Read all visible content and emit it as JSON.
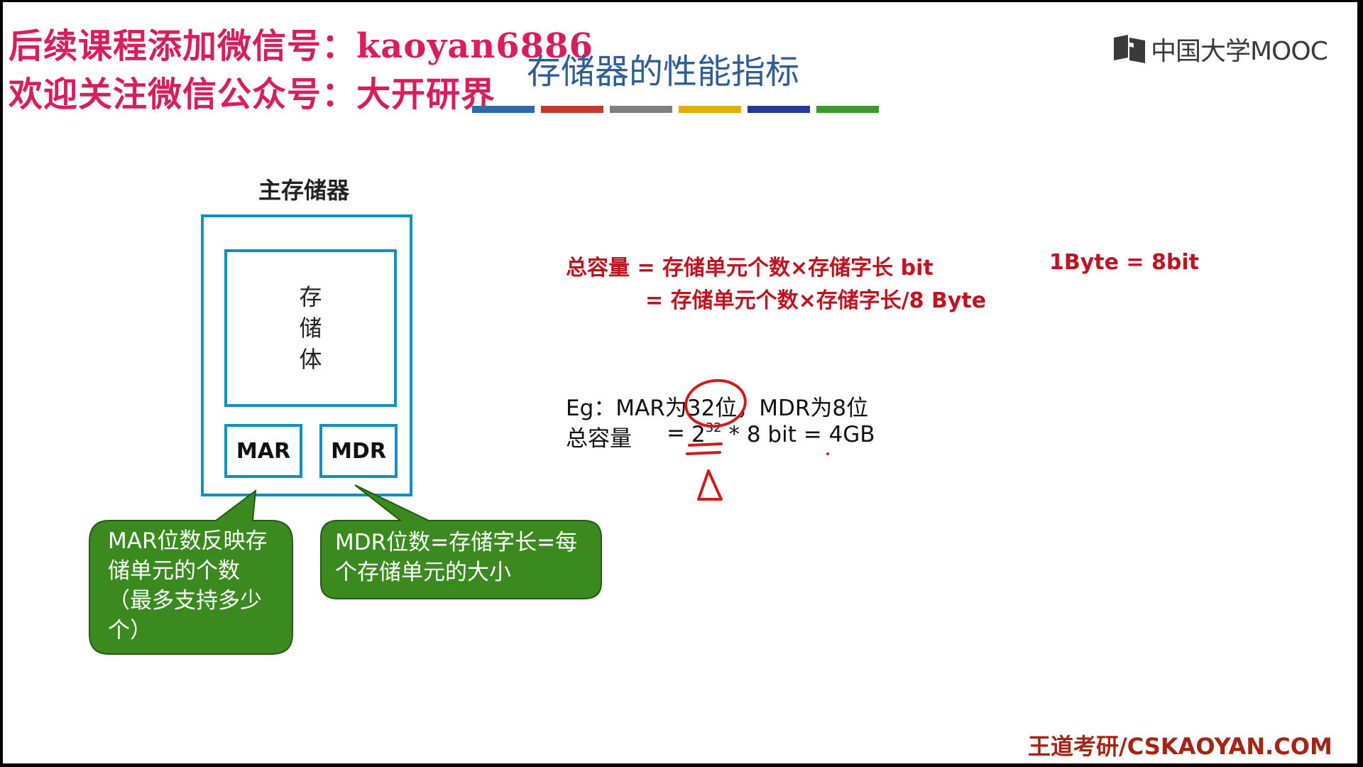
{
  "watermark": {
    "line1": "后续课程添加微信号：kaoyan6886",
    "line2": "欢迎关注微信公众号：大开研界",
    "color": "#d81f5c"
  },
  "slide": {
    "title": "存储器的性能指标",
    "title_bar_colors": [
      "#2f6aa8",
      "#c0392b",
      "#7f7f7f",
      "#e0b000",
      "#1f3d99",
      "#3d9a2a"
    ],
    "brand": "中国大学MOOC",
    "footer": "王道考研/CSKAOYAN.COM"
  },
  "diagram": {
    "main_memory_label": "主存储器",
    "storage_body_label": "存储体",
    "mar_label": "MAR",
    "mdr_label": "MDR",
    "mar_callout": "MAR位数反映存储单元的个数（最多支持多少个）",
    "mdr_callout": "MDR位数=存储字长=每个存储单元的大小",
    "callout_color": "#3a8a1f",
    "border_color": "#1490c0"
  },
  "formulas": {
    "line1": "总容量 = 存储单元个数×存储字长  bit",
    "line2": "= 存储单元个数×存储字长/8  Byte",
    "byte_note": "1Byte = 8bit",
    "color": "#c1121f"
  },
  "example": {
    "eg_prefix": "Eg：MAR为",
    "eg_highlight": "32位",
    "eg_suffix": "，MDR为8位",
    "total_label": "总容量",
    "equals": "=",
    "base": "2",
    "exponent": "32",
    "rest": " * 8 bit  = 4GB"
  }
}
